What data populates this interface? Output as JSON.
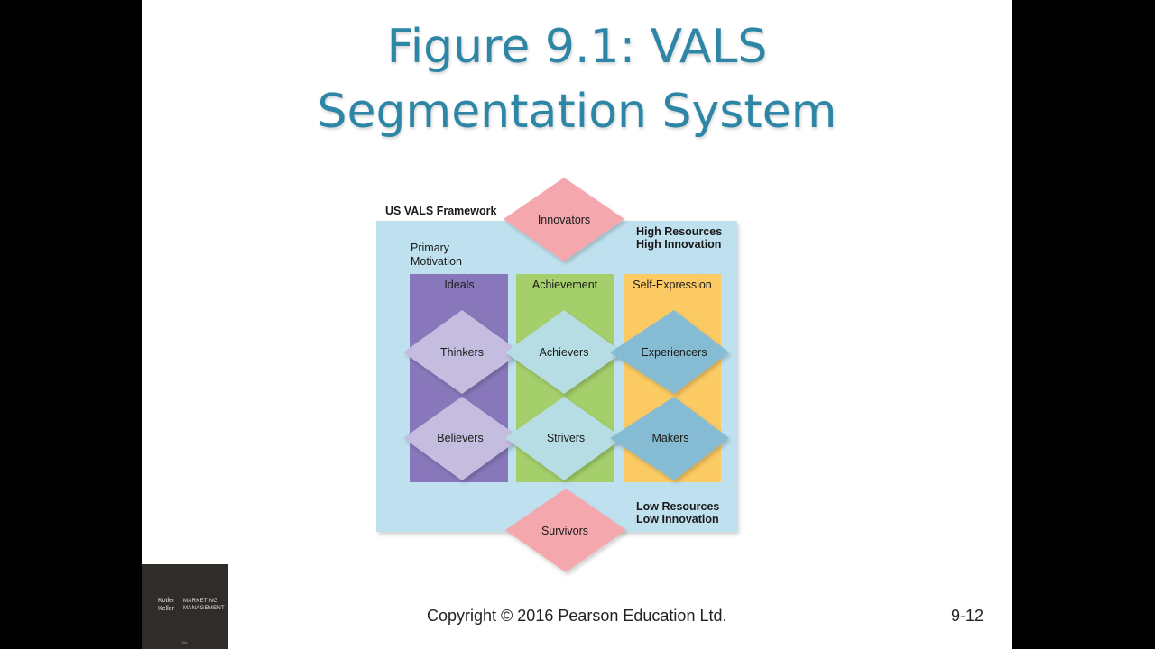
{
  "slide": {
    "title_line1": "Figure 9.1: VALS",
    "title_line2": "Segmentation System",
    "copyright": "Copyright © 2016 Pearson Education Ltd.",
    "slide_number": "9-12"
  },
  "book_cover": {
    "author1": "Kotler",
    "author2": "Keller",
    "title1": "MARKETING",
    "title2": "MANAGEMENT",
    "edition": "15e"
  },
  "diagram": {
    "framework_label": "US VALS Framework",
    "primary_label_1": "Primary",
    "primary_label_2": "Motivation",
    "high_label_1": "High Resources",
    "high_label_2": "High Innovation",
    "low_label_1": "Low Resources",
    "low_label_2": "Low Innovation",
    "columns": [
      "Ideals",
      "Achievement",
      "Self-Expression"
    ],
    "segments": {
      "innovators": "Innovators",
      "thinkers": "Thinkers",
      "achievers": "Achievers",
      "experiencers": "Experiencers",
      "believers": "Believers",
      "strivers": "Strivers",
      "makers": "Makers",
      "survivors": "Survivors"
    },
    "colors": {
      "background": "#bfe1ef",
      "ideals": "#8878bb",
      "achievement": "#a4cf6a",
      "self_expression": "#fbca63",
      "ideals_diamond": "#c4bddf",
      "achievement_diamond": "#b6dde3",
      "self_expression_diamond": "#86bcd3",
      "innovators_survivors": "#f4a8ae"
    }
  }
}
